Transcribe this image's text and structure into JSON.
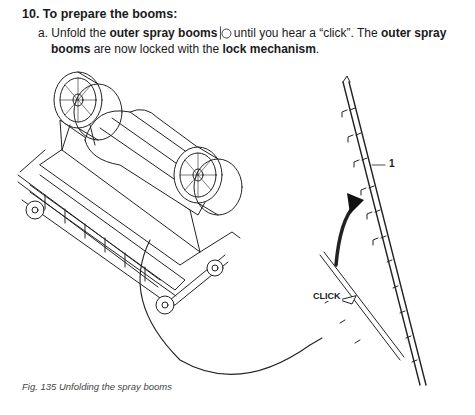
{
  "diagram": {
    "title": "10. To prepare the booms:",
    "caption": "Fig. 135 Unfolding the spray booms",
    "labels": [
      "a.",
      "Unfold the",
      "outer spray booms",
      "until you hear a “click”. The",
      "outer spray booms",
      "are now locked with the",
      "lock mechanism",
      ".",
      "1",
      "CLICK"
    ]
  }
}
